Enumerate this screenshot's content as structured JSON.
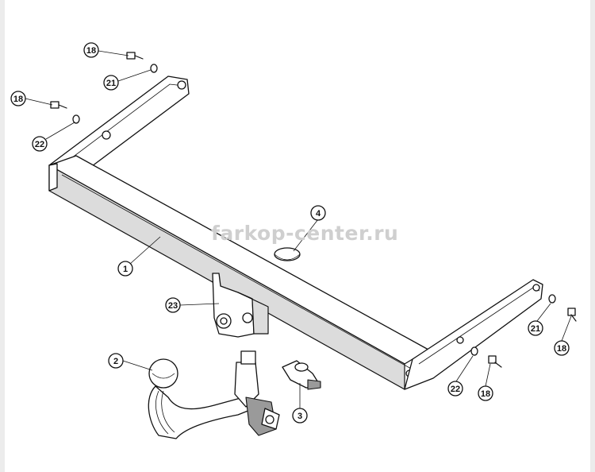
{
  "watermark": "farkop-center.ru",
  "callouts": [
    {
      "id": "c18a",
      "label": "18"
    },
    {
      "id": "c21a",
      "label": "21"
    },
    {
      "id": "c18b",
      "label": "18"
    },
    {
      "id": "c22a",
      "label": "22"
    },
    {
      "id": "c4",
      "label": "4"
    },
    {
      "id": "c1",
      "label": "1"
    },
    {
      "id": "c23",
      "label": "23"
    },
    {
      "id": "c2",
      "label": "2"
    },
    {
      "id": "c3",
      "label": "3"
    },
    {
      "id": "c21b",
      "label": "21"
    },
    {
      "id": "c18c",
      "label": "18"
    },
    {
      "id": "c22b",
      "label": "22"
    },
    {
      "id": "c18d",
      "label": "18"
    }
  ]
}
